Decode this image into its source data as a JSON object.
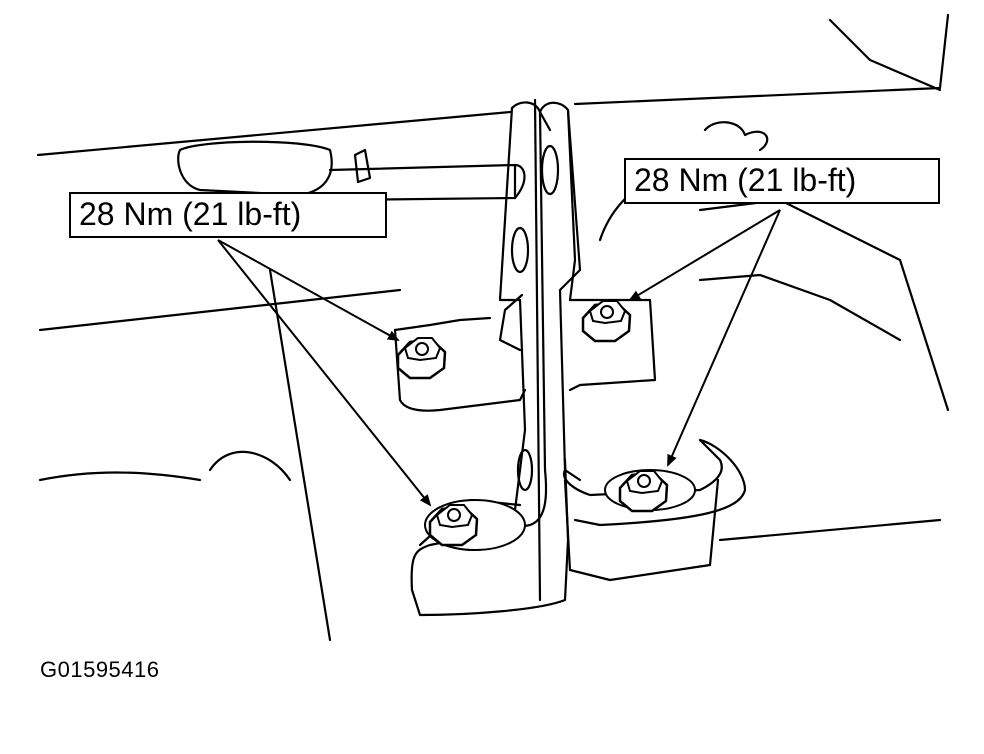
{
  "callouts": {
    "left_torque": "28 Nm (21 lb-ft)",
    "right_torque": "28 Nm (21 lb-ft)"
  },
  "figure_id": "G01595416",
  "colors": {
    "line": "#000000",
    "background": "#ffffff"
  }
}
